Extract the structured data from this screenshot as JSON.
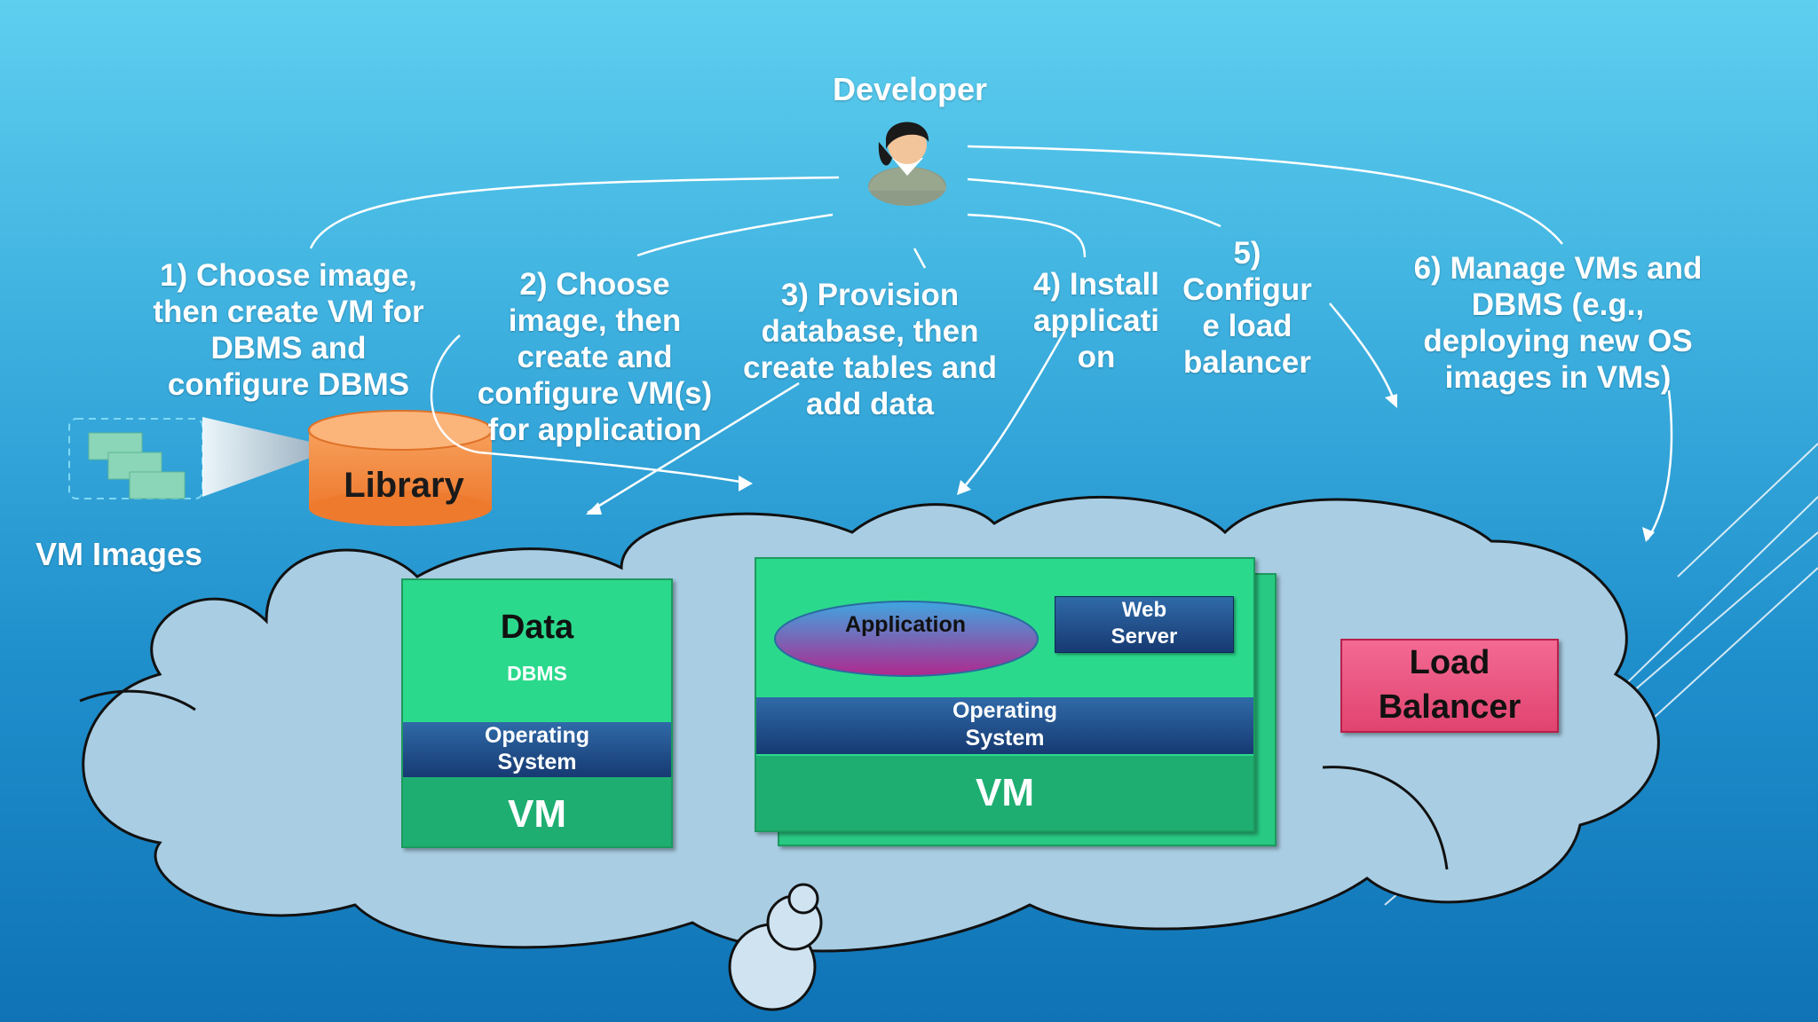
{
  "developer": {
    "label": "Developer"
  },
  "steps": [
    {
      "text": "1) Choose image,\nthen create VM for\nDBMS and\nconfigure DBMS"
    },
    {
      "text": "2) Choose\nimage, then\ncreate and\nconfigure VM(s)\nfor application"
    },
    {
      "text": "3) Provision\ndatabase, then\ncreate tables and\nadd data"
    },
    {
      "text": "4) Install\napplicati\non"
    },
    {
      "text": "5)\nConfigur\ne load\nbalancer"
    },
    {
      "text": "6) Manage VMs and\nDBMS (e.g.,\ndeploying new OS\nimages in VMs)"
    }
  ],
  "library": {
    "label": "Library"
  },
  "vm_images": {
    "label": "VM Images"
  },
  "vm1": {
    "data": "Data",
    "dbms": "DBMS",
    "os": "Operating\nSystem",
    "vm": "VM"
  },
  "vm2": {
    "application": "Application",
    "web_server": "Web\nServer",
    "os": "Operating\nSystem",
    "vm": "VM"
  },
  "load_balancer": {
    "label": "Load\nBalancer"
  },
  "colors": {
    "vm_green": "#2bd98c",
    "os_blue": "#173a72",
    "library_orange": "#f5883f",
    "lb_pink": "#e0446f",
    "cloud": "#a9cde3"
  }
}
